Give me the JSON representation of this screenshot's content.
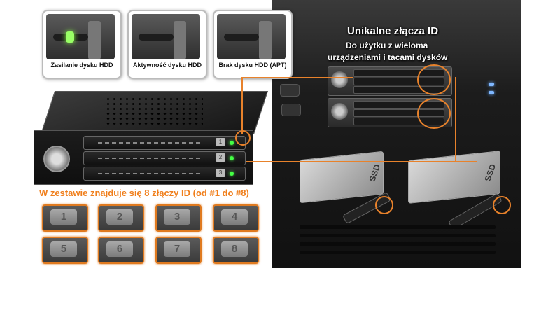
{
  "thumbnails": [
    {
      "label": "Zasilanie dysku HDD"
    },
    {
      "label": "Aktywność dysku HDD"
    },
    {
      "label": "Brak dysku HDD (APT)"
    }
  ],
  "right_heading": {
    "title": "Unikalne złącza ID",
    "line1": "Do użytku z wieloma",
    "line2": "urządzeniami i tacami dysków"
  },
  "id_section": {
    "title": "W zestawie znajduje się 8 złączy ID (od #1 do #8)",
    "connectors": [
      "1",
      "2",
      "3",
      "4",
      "5",
      "6",
      "7",
      "8"
    ]
  },
  "rack_slots": [
    "1",
    "2",
    "3"
  ],
  "tray_label": "SSD",
  "colors": {
    "accent": "#e8822b",
    "led_green": "#44ff44"
  }
}
